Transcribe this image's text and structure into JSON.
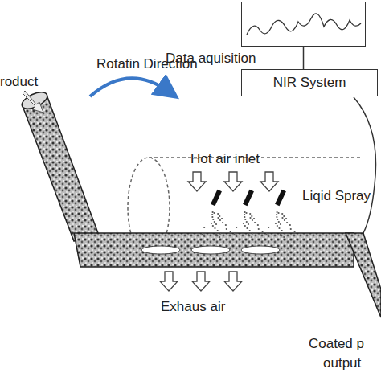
{
  "diagram": {
    "nodes": [
      {
        "text": [
          "Data aquisition"
        ]
      },
      {
        "text": [
          "NIR System"
        ]
      }
    ],
    "edges": [
      {
        "from": 0,
        "to": 1,
        "arrow": "none"
      }
    ],
    "labels": [
      "roduct",
      "Rotatin Direction",
      "Hot air inlet",
      "Liqid Spray",
      "Exhaus air",
      "Coated p",
      "output"
    ]
  }
}
